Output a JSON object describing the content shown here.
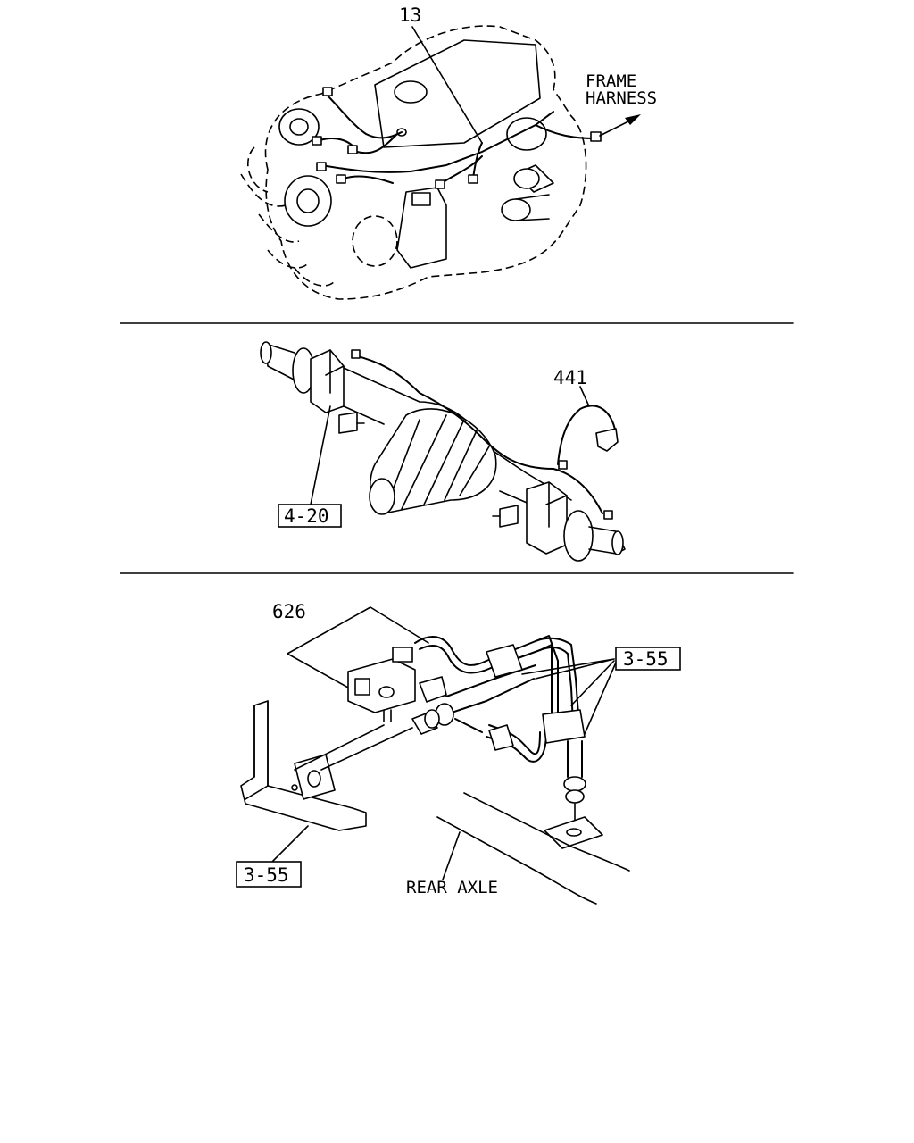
{
  "panels": {
    "engine": {
      "callout_13": "13",
      "frame_harness_line1": "FRAME",
      "frame_harness_line2": "HARNESS"
    },
    "axle": {
      "callout_441": "441",
      "ref_box": "4-20"
    },
    "brake_lines": {
      "callout_626": "626",
      "ref_box_right": "3-55",
      "ref_box_left": "3-55",
      "rear_axle_label": "REAR AXLE"
    }
  }
}
